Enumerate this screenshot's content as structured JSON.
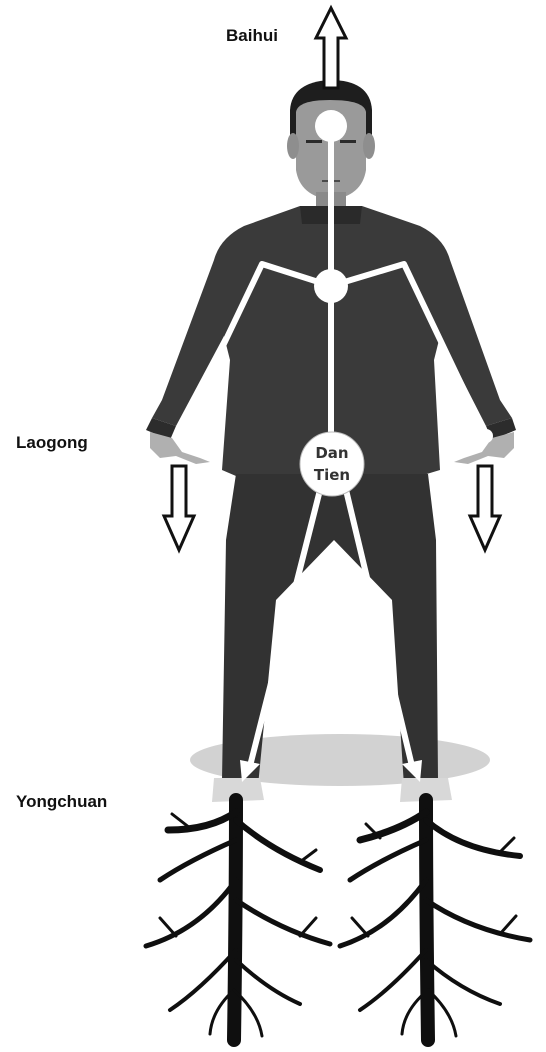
{
  "points": {
    "baihui": "Baihui",
    "laogong": "Laogong",
    "yongchuan": "Yongchuan"
  },
  "dantien": {
    "line1": "Dan",
    "line2": "Tien"
  },
  "colors": {
    "figure": "#3a3a3a",
    "figure_dark": "#262626",
    "skin": "#a8a8a8",
    "energy_line": "#ffffff",
    "roots": "#0f0f0f",
    "shadow": "#cfcfcf"
  }
}
